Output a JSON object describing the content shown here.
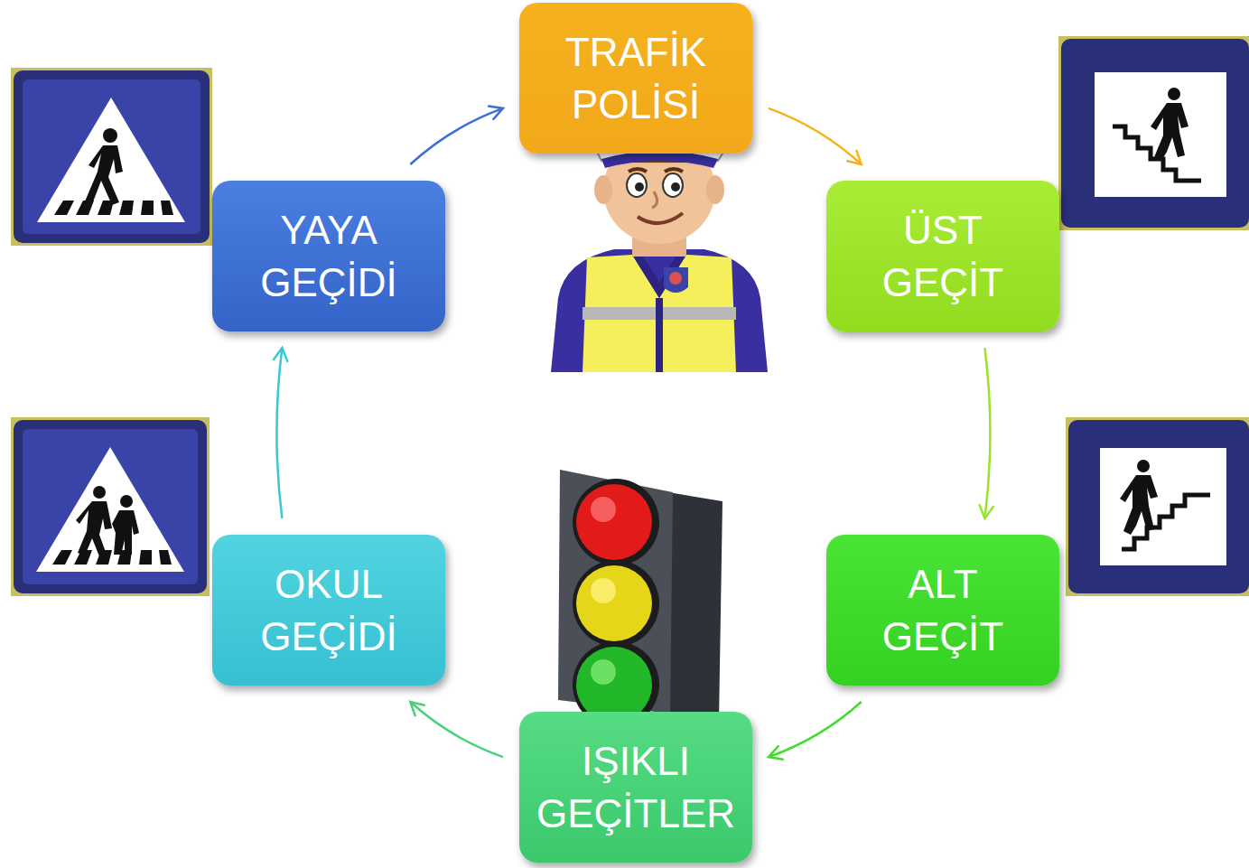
{
  "diagram": {
    "nodes": [
      {
        "text": [
          "TRAFİK POLİSİ"
        ]
      },
      {
        "text": [
          "YAYA GEÇİDİ"
        ]
      },
      {
        "text": [
          "ÜST GEÇİT"
        ]
      },
      {
        "text": [
          "OKUL GEÇİDİ"
        ]
      },
      {
        "text": [
          "ALT GEÇİT"
        ]
      },
      {
        "text": [
          "IŞIKLI GEÇİTLER"
        ]
      }
    ],
    "edges": [
      {
        "from": 1,
        "to": 0,
        "arrow": "to"
      },
      {
        "from": 0,
        "to": 2,
        "arrow": "to"
      },
      {
        "from": 2,
        "to": 4,
        "arrow": "to"
      },
      {
        "from": 4,
        "to": 5,
        "arrow": "to"
      },
      {
        "from": 5,
        "to": 3,
        "arrow": "to"
      },
      {
        "from": 3,
        "to": 1,
        "arrow": "to"
      }
    ]
  }
}
